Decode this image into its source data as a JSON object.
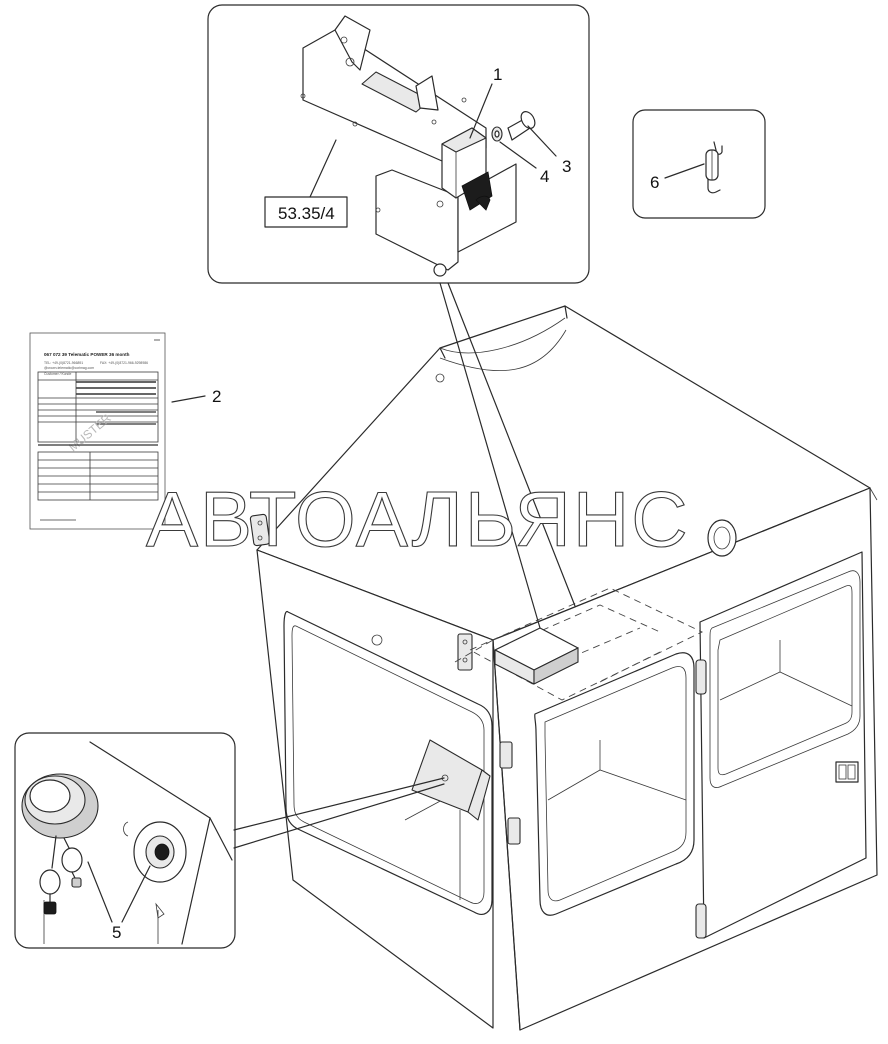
{
  "callouts": {
    "c1": "1",
    "c2": "2",
    "c3": "3",
    "c4": "4",
    "c5": "5",
    "c6": "6",
    "reference": "53.35/4"
  },
  "document": {
    "title": "067 072 39 Telematic POWER 36 month",
    "line_tel": "TEL: +49-(0)8721-966891",
    "line_fax": "FAX: +49-(0)8721-966-9298986",
    "line_email": "@crown-telematic@corimag.com",
    "section_label": "Customer / Kunde",
    "stamp": "MUSTER"
  },
  "watermark": "АВТОАЛЬЯНС",
  "colors": {
    "line": "#2b2b2b",
    "panel_fill": "#ffffff",
    "shade": "#e9e9e9"
  }
}
